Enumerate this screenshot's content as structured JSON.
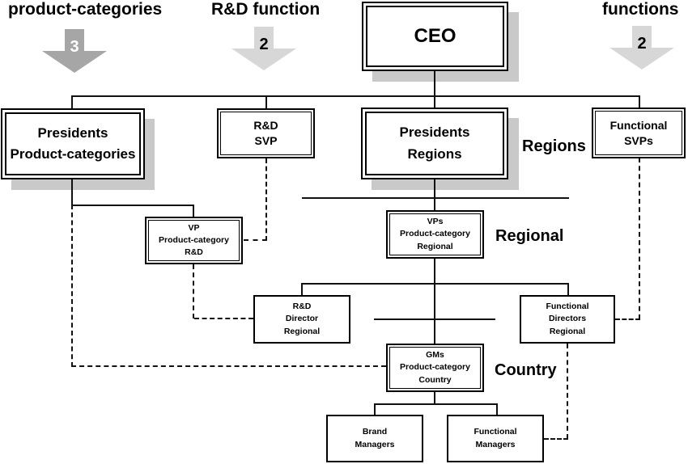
{
  "diagram": {
    "title_implied": "Organization chart",
    "top_labels": [
      {
        "text": "product-categories",
        "count": "3"
      },
      {
        "text": "R&D function",
        "count": "2"
      },
      {
        "text": "functions",
        "count": "2"
      }
    ],
    "level_labels": {
      "regions": "Regions",
      "regional": "Regional",
      "country": "Country"
    },
    "boxes": {
      "ceo": "CEO",
      "presidents_product_categories": "Presidents\nProduct-categories",
      "rnd_svp": "R&D\nSVP",
      "presidents_regions": "Presidents\nRegions",
      "functional_svps": "Functional\nSVPs",
      "vp_product_category_rnd": "VP\nProduct-category\nR&D",
      "vps_product_category_regional": "VPs\nProduct-category\nRegional",
      "rnd_director_regional": "R&D\nDirector\nRegional",
      "functional_directors_regional": "Functional\nDirectors\nRegional",
      "gms_product_category_country": "GMs\nProduct-category\nCountry",
      "brand_managers": "Brand\nManagers",
      "functional_managers": "Functional\nManagers"
    },
    "colors": {
      "arrow_dark": "#a6a6a6",
      "arrow_light": "#d7d7d7",
      "box_shadow": "#c9c9c9",
      "line": "#111111",
      "box_border": "#000000",
      "background": "#ffffff"
    }
  }
}
